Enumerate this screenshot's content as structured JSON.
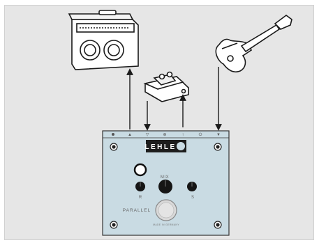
{
  "colors": {
    "background": "#e6e6e6",
    "pedal_body": "#c9dbe3",
    "pedal_stroke": "#333333",
    "knob": "#151515",
    "led": "#ffffff",
    "footswitch": "#d9d9d9",
    "line": "#1a1a1a"
  },
  "device": {
    "brand": "LEHLE",
    "mix_label": "MIX",
    "r_label": "R",
    "s_label": "S",
    "parallel_label": "PARALLEL",
    "made_in": "MADE IN GERMANY"
  },
  "jacks": {
    "labels": [
      "▲",
      "▽",
      "⊕",
      "↑",
      "⏻",
      "▼"
    ]
  },
  "icons": {
    "amplifier": "amplifier-icon",
    "effect_pedal": "effect-pedal-icon",
    "guitar": "electric-guitar-icon"
  }
}
